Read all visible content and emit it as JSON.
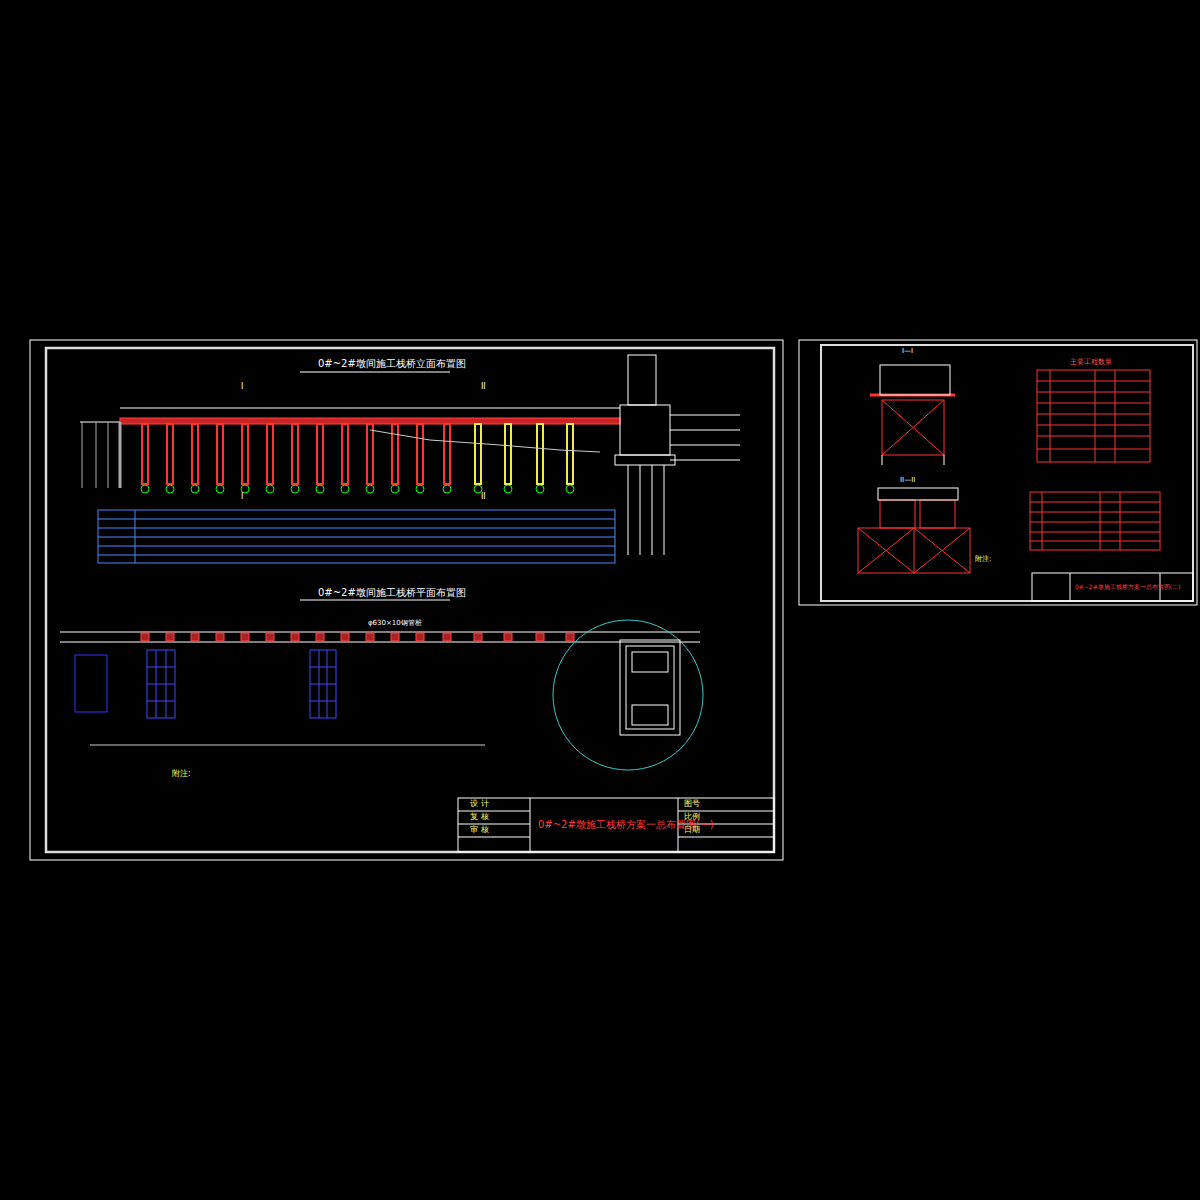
{
  "diagram": {
    "nodes": [
      {
        "text": [
          "0#~2#墩施工栈桥方案一总布置图(一)"
        ]
      },
      {
        "text": [
          "0#~2#墩施工栈桥方案一总布置图(二)"
        ]
      }
    ],
    "labels": [
      "0#~2#墩间施工栈桥立面布置图",
      "0#~2#墩间施工栈桥平面布置图",
      "I",
      "I",
      "II",
      "II",
      "附注:",
      "设 计",
      "复 核",
      "审 核",
      "图号",
      "比例",
      "日期",
      "I—I",
      "II—II",
      "主要工程数量",
      "附注:",
      "φ630×10钢管桩"
    ]
  }
}
